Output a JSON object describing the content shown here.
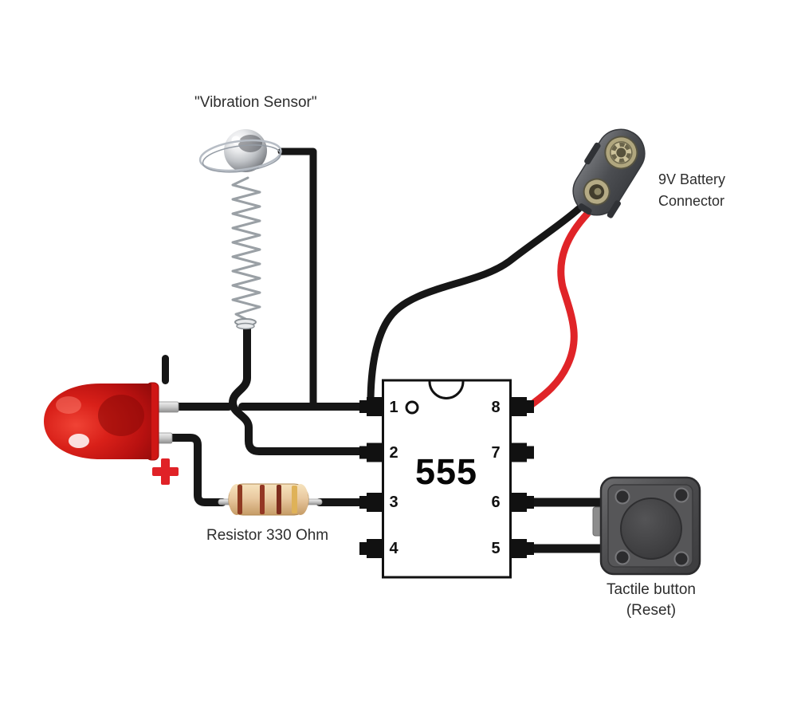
{
  "labels": {
    "vibration_sensor": "\"Vibration Sensor\"",
    "battery_line1": "9V Battery",
    "battery_line2": "Connector",
    "resistor": "Resistor 330 Ohm",
    "button_line1": "Tactile button",
    "button_line2": "(Reset)"
  },
  "ic": {
    "name": "555",
    "pins_left": [
      "1",
      "2",
      "3",
      "4"
    ],
    "pins_right": [
      "8",
      "7",
      "6",
      "5"
    ]
  },
  "led": {
    "positive_marker": "+",
    "negative_marker": "-"
  },
  "colors": {
    "wire_black": "#161616",
    "wire_red": "#e02428",
    "plus_red": "#e02227",
    "text": "#2d2d2d",
    "led_red": "#c41412",
    "resistor_body": "#e9c9a0",
    "band_gold": "#dfb258",
    "button_gray": "#4a4a4c",
    "connector_gray": "#54565a"
  }
}
